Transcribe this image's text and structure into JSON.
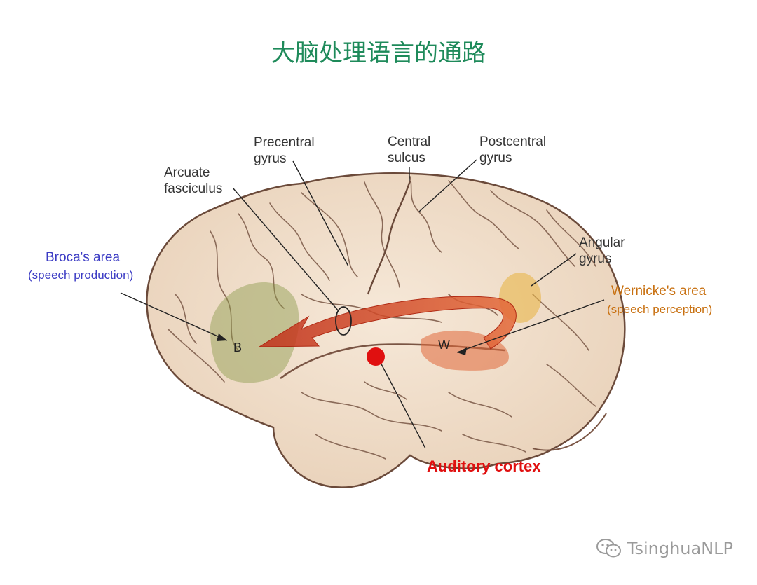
{
  "title": "大脑处理语言的通路",
  "colors": {
    "title": "#1e8a5a",
    "broca": "#3b3bc4",
    "wernicke": "#c87010",
    "auditory": "#e01010"
  },
  "labels": {
    "precentral": "Precentral\ngyrus",
    "central": "Central\nsulcus",
    "postcentral": "Postcentral\ngyrus",
    "arcuate": "Arcuate\nfasciculus",
    "angular": "Angular\ngyrus",
    "broca_name": "Broca's area",
    "broca_desc": "(speech production)",
    "wernicke_name": "Wernicke's area",
    "wernicke_desc": "(speech perception)",
    "auditory": "Auditory cortex",
    "b_marker": "B",
    "w_marker": "W"
  },
  "watermark": {
    "icon": "wechat-icon",
    "text": "TsinghuaNLP"
  }
}
